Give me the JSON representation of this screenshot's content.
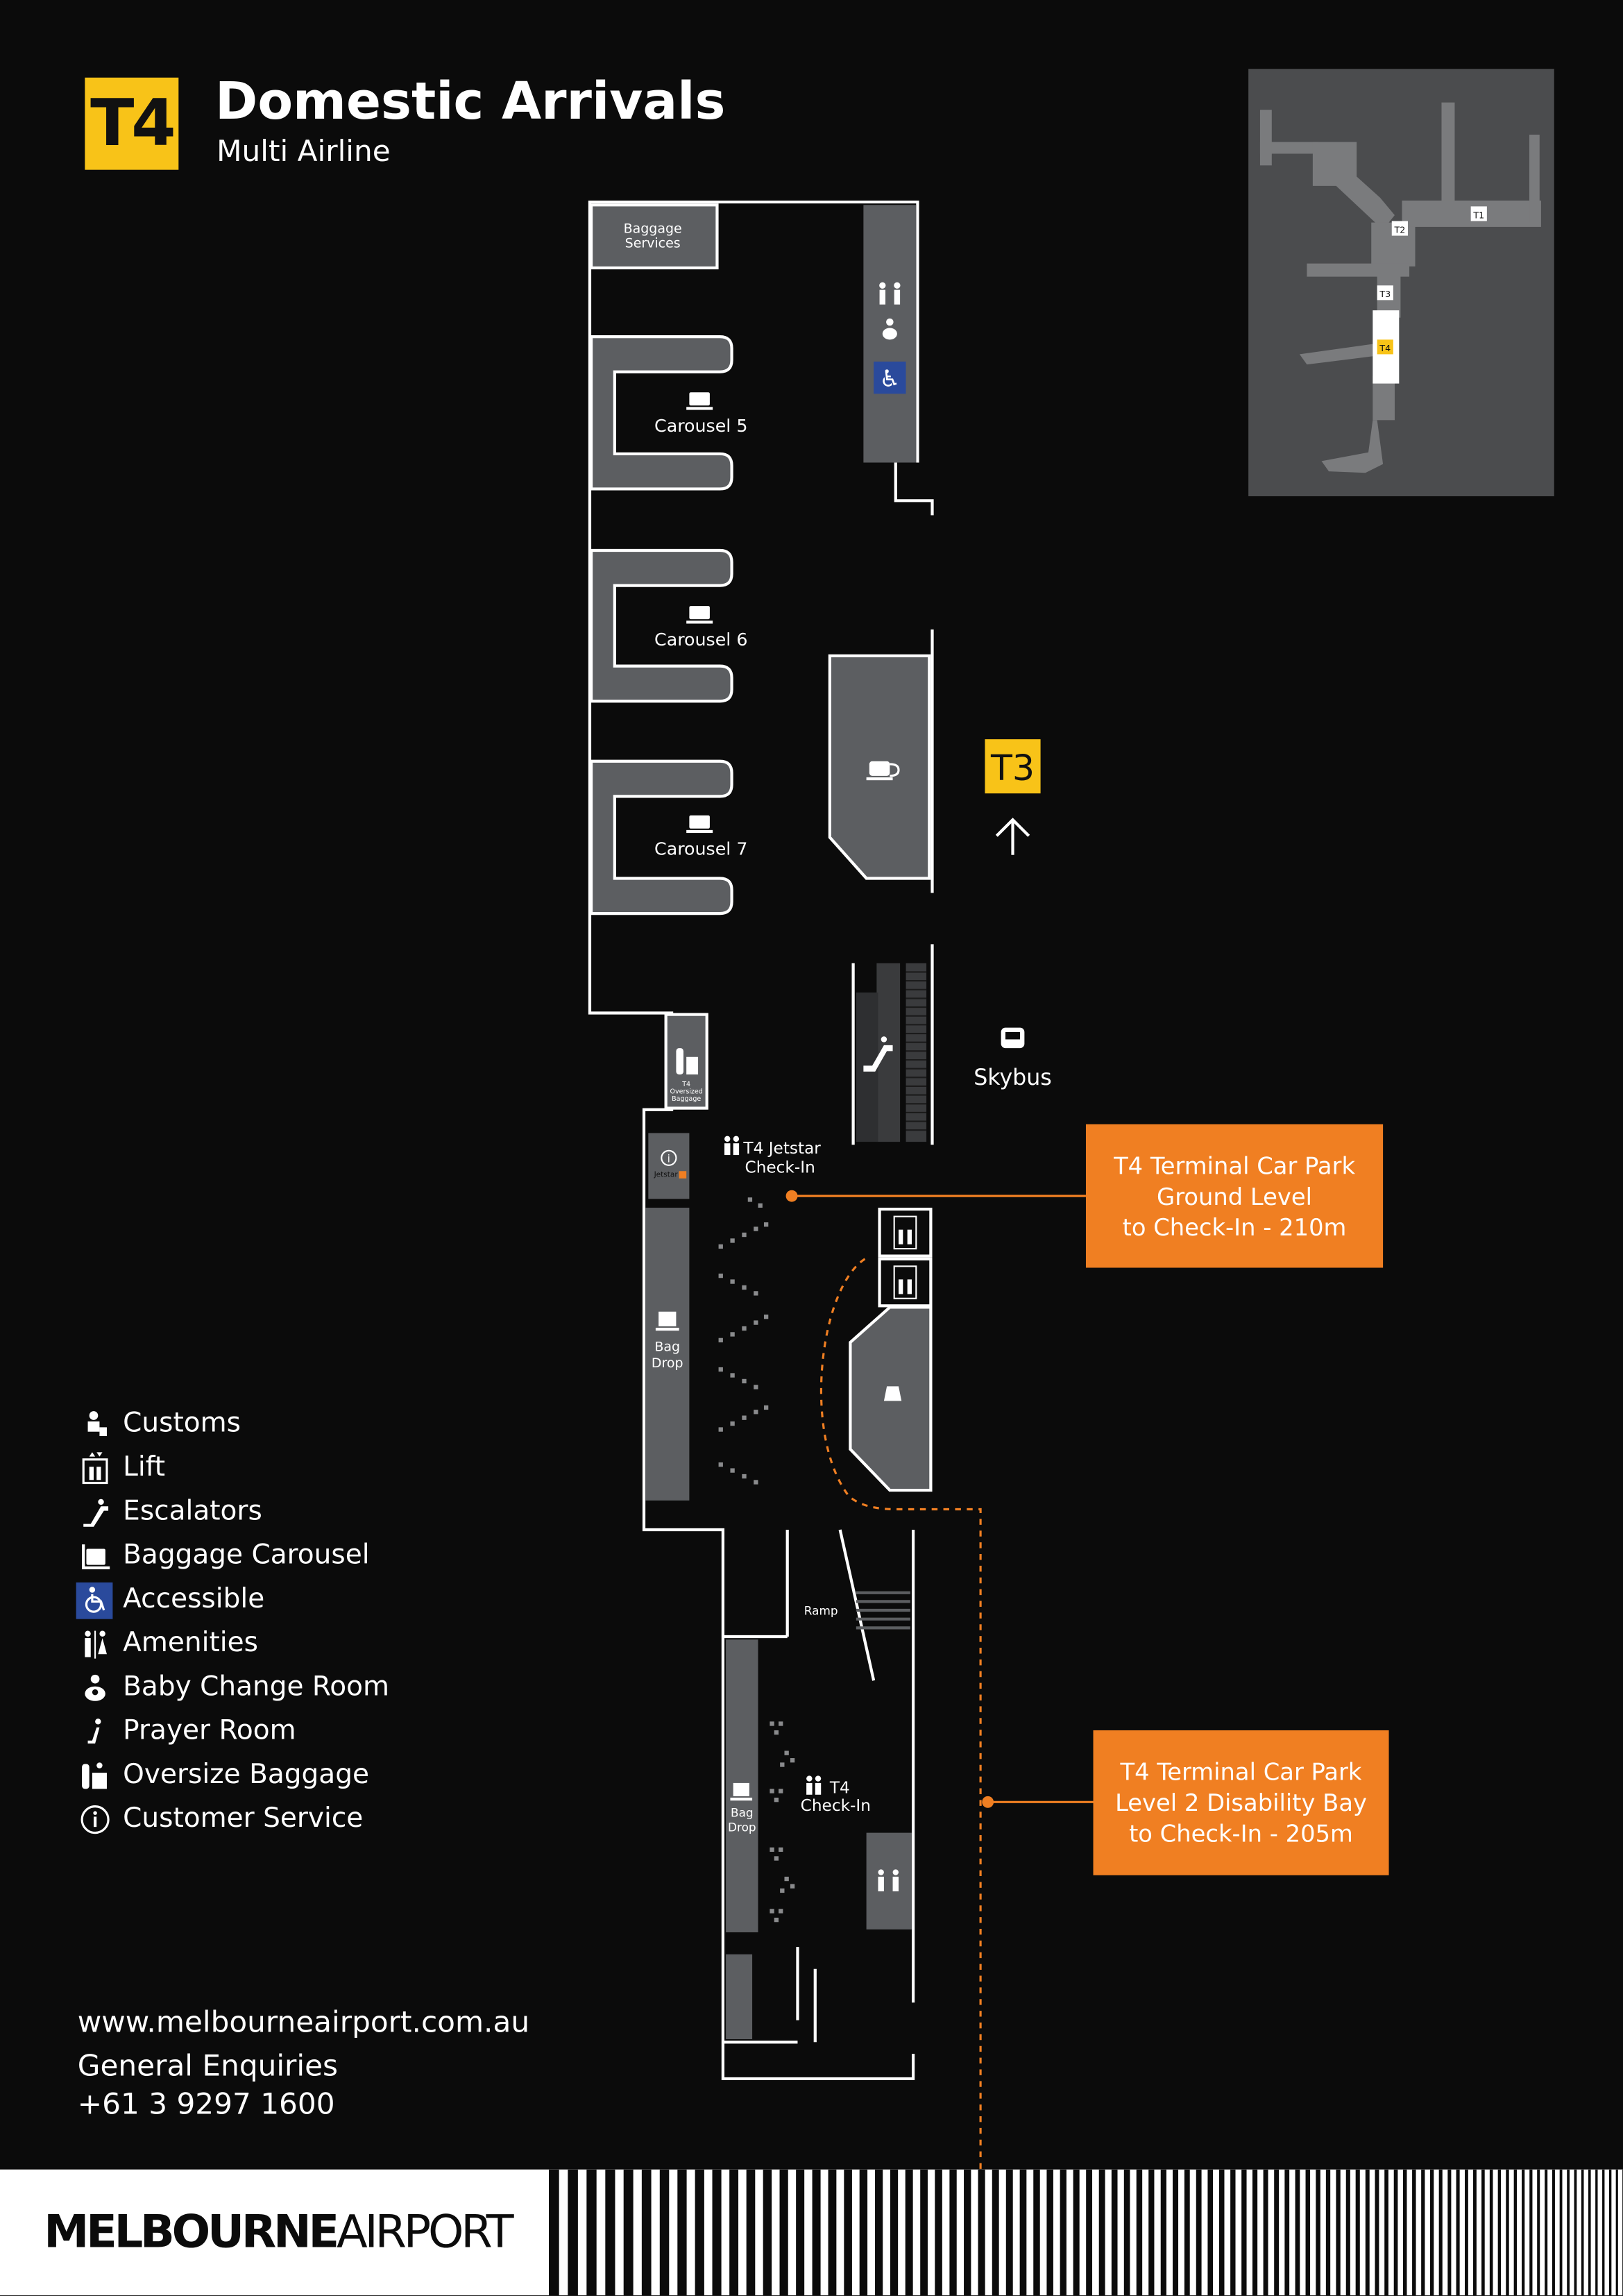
{
  "header": {
    "terminal_badge": "T4",
    "title": "Domestic Arrivals",
    "subtitle": "Multi Airline"
  },
  "inset_map": {
    "terminals": [
      "T1",
      "T2",
      "T3",
      "T4"
    ],
    "highlighted": "T4"
  },
  "floor_plan": {
    "baggage_services": [
      "Baggage",
      "Services"
    ],
    "carousels": [
      "Carousel 5",
      "Carousel 6",
      "Carousel 7"
    ],
    "t3_badge": "T3",
    "skybus": "Skybus",
    "oversize_baggage": [
      "T4",
      "Oversized",
      "Baggage"
    ],
    "jetstar_logo": "Jetstar",
    "jetstar_checkin": [
      "T4 Jetstar",
      "Check-In"
    ],
    "bag_drop": [
      "Bag",
      "Drop"
    ],
    "ramp": "Ramp",
    "t4_checkin": [
      "T4",
      "Check-In"
    ]
  },
  "routes": [
    {
      "label_lines": [
        "T4 Terminal Car Park",
        "Ground Level",
        "to Check-In - 210m"
      ]
    },
    {
      "label_lines": [
        "T4 Terminal Car Park",
        "Level 2 Disability Bay",
        "to Check-In - 205m"
      ]
    }
  ],
  "legend": [
    {
      "icon": "customs-icon",
      "label": "Customs"
    },
    {
      "icon": "lift-icon",
      "label": "Lift"
    },
    {
      "icon": "escalator-icon",
      "label": "Escalators"
    },
    {
      "icon": "baggage-carousel-icon",
      "label": "Baggage Carousel"
    },
    {
      "icon": "accessible-icon",
      "label": "Accessible"
    },
    {
      "icon": "amenities-icon",
      "label": "Amenities"
    },
    {
      "icon": "baby-change-icon",
      "label": "Baby Change Room"
    },
    {
      "icon": "prayer-room-icon",
      "label": "Prayer Room"
    },
    {
      "icon": "oversize-baggage-icon",
      "label": "Oversize Baggage"
    },
    {
      "icon": "customer-service-icon",
      "label": "Customer Service"
    }
  ],
  "contact": {
    "url": "www.melbourneairport.com.au",
    "enquiries_label": "General Enquiries",
    "phone": "+61 3 9297 1600"
  },
  "footer": {
    "logo_bold": "MELBOURNE",
    "logo_light": "AIRPORT"
  },
  "colors": {
    "background": "#0b0b0b",
    "accent_yellow": "#f8c318",
    "route_orange": "#f07f22",
    "room_grey": "#5c5e61",
    "accessible_blue": "#2a4a9c"
  }
}
